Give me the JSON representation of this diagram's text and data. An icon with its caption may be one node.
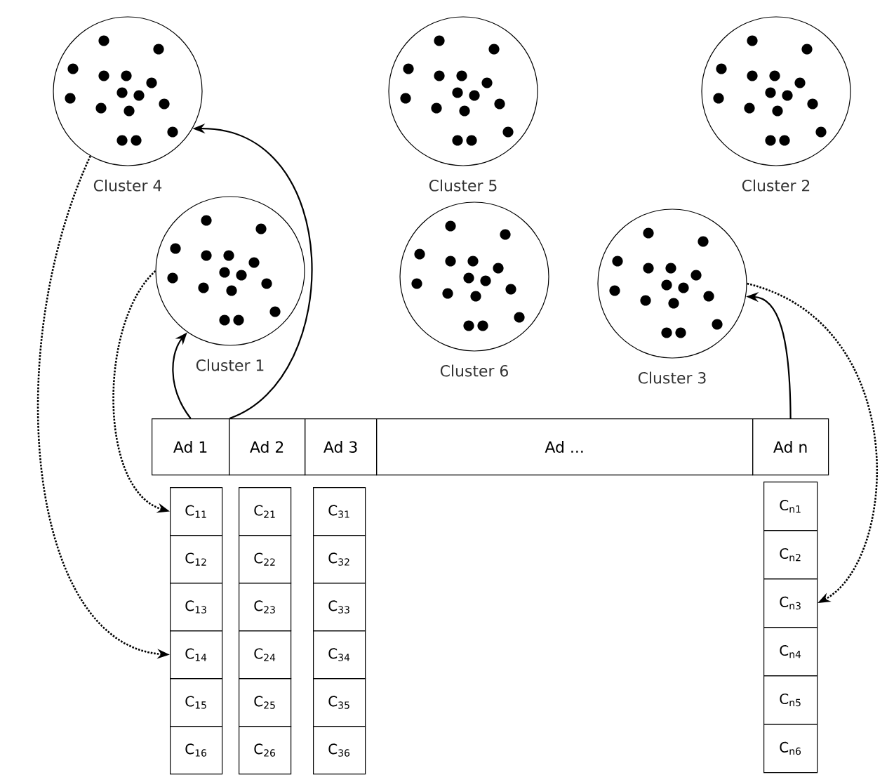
{
  "diagram": {
    "nodes": [
      {
        "text": [
          "Cluster 4"
        ]
      },
      {
        "text": [
          "Cluster 5"
        ]
      },
      {
        "text": [
          "Cluster 2"
        ]
      },
      {
        "text": [
          "Cluster 1"
        ]
      },
      {
        "text": [
          "Cluster 6"
        ]
      },
      {
        "text": [
          "Cluster 3"
        ]
      },
      {
        "text": [
          "Ad 1"
        ]
      },
      {
        "text": [
          "Ad 2"
        ]
      },
      {
        "text": [
          "Ad 3"
        ]
      },
      {
        "text": [
          "Ad ..."
        ]
      },
      {
        "text": [
          "Ad n"
        ]
      },
      {
        "text": [
          "C$_{11}$"
        ]
      },
      {
        "text": [
          "C$_{12}$"
        ]
      },
      {
        "text": [
          "C$_{13}$"
        ]
      },
      {
        "text": [
          "C$_{14}$"
        ]
      },
      {
        "text": [
          "C$_{15}$"
        ]
      },
      {
        "text": [
          "C$_{16}$"
        ]
      },
      {
        "text": [
          "C$_{21}$"
        ]
      },
      {
        "text": [
          "C$_{22}$"
        ]
      },
      {
        "text": [
          "C$_{23}$"
        ]
      },
      {
        "text": [
          "C$_{24}$"
        ]
      },
      {
        "text": [
          "C$_{25}$"
        ]
      },
      {
        "text": [
          "C$_{26}$"
        ]
      },
      {
        "text": [
          "C$_{31}$"
        ]
      },
      {
        "text": [
          "C$_{32}$"
        ]
      },
      {
        "text": [
          "C$_{33}$"
        ]
      },
      {
        "text": [
          "C$_{34}$"
        ]
      },
      {
        "text": [
          "C$_{35}$"
        ]
      },
      {
        "text": [
          "C$_{36}$"
        ]
      },
      {
        "text": [
          "C$_{n1}$"
        ]
      },
      {
        "text": [
          "C$_{n2}$"
        ]
      },
      {
        "text": [
          "C$_{n3}$"
        ]
      },
      {
        "text": [
          "C$_{n4}$"
        ]
      },
      {
        "text": [
          "C$_{n5}$"
        ]
      },
      {
        "text": [
          "C$_{n6}$"
        ]
      }
    ],
    "edges": [
      {
        "from": 6,
        "to": 3,
        "arrow": "to"
      },
      {
        "from": 6,
        "to": 0,
        "arrow": "to"
      },
      {
        "from": 10,
        "to": 5,
        "arrow": "to"
      },
      {
        "from": 3,
        "to": 11,
        "arrow": "to",
        "style": "dashed"
      },
      {
        "from": 0,
        "to": 14,
        "arrow": "to",
        "style": "dashed"
      },
      {
        "from": 5,
        "to": 31,
        "arrow": "to",
        "style": "dashed"
      }
    ]
  }
}
